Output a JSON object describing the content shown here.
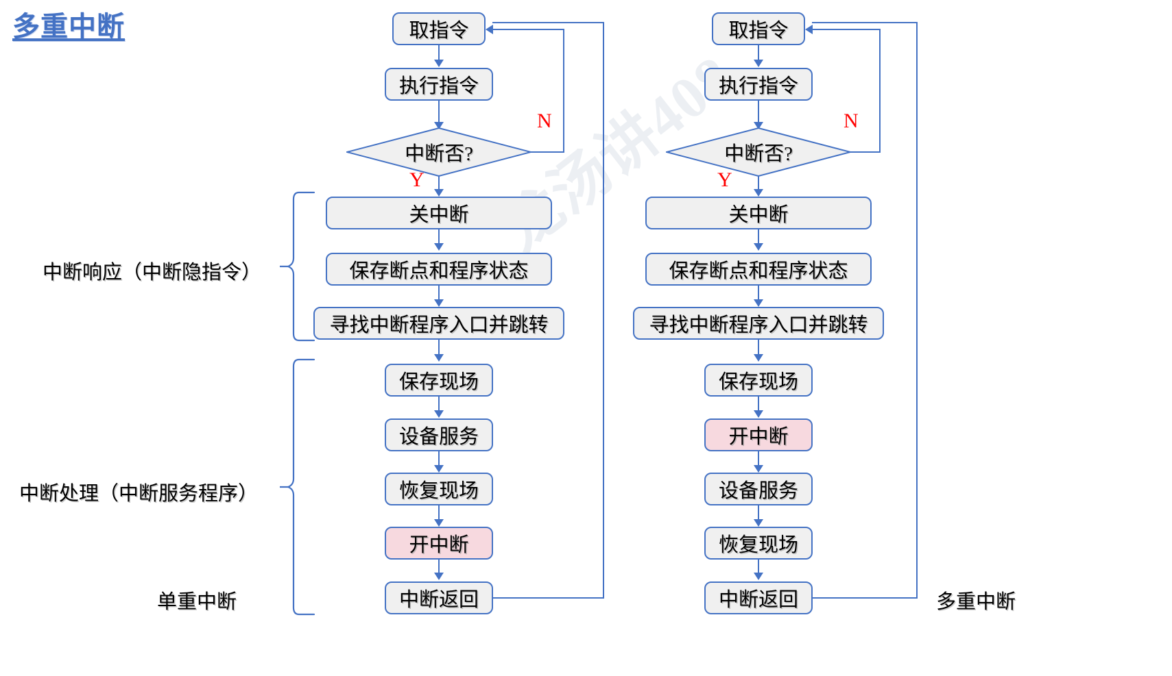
{
  "page": {
    "title": "多重中断",
    "watermark": "龙汤讲408",
    "accent_color": "#4472C4",
    "node_fill": "#F0F0F0",
    "highlight_fill": "#F7D9DF",
    "branch_color": "#FF0000"
  },
  "phase_labels": {
    "response": "中断响应（中断隐指令）",
    "handling": "中断处理（中断服务程序）"
  },
  "bottom_labels": {
    "left": "单重中断",
    "right": "多重中断"
  },
  "branch": {
    "yes": "Y",
    "no": "N"
  },
  "left_flow": {
    "caption": "单重中断",
    "nodes": [
      {
        "label": "取指令",
        "type": "process"
      },
      {
        "label": "执行指令",
        "type": "process"
      },
      {
        "label": "中断否?",
        "type": "decision"
      },
      {
        "label": "关中断",
        "type": "process"
      },
      {
        "label": "保存断点和程序状态",
        "type": "process"
      },
      {
        "label": "寻找中断程序入口并跳转",
        "type": "process"
      },
      {
        "label": "保存现场",
        "type": "process"
      },
      {
        "label": "设备服务",
        "type": "process"
      },
      {
        "label": "恢复现场",
        "type": "process"
      },
      {
        "label": "开中断",
        "type": "highlight"
      },
      {
        "label": "中断返回",
        "type": "process"
      }
    ]
  },
  "right_flow": {
    "caption": "多重中断",
    "nodes": [
      {
        "label": "取指令",
        "type": "process"
      },
      {
        "label": "执行指令",
        "type": "process"
      },
      {
        "label": "中断否?",
        "type": "decision"
      },
      {
        "label": "关中断",
        "type": "process"
      },
      {
        "label": "保存断点和程序状态",
        "type": "process"
      },
      {
        "label": "寻找中断程序入口并跳转",
        "type": "process"
      },
      {
        "label": "保存现场",
        "type": "process"
      },
      {
        "label": "开中断",
        "type": "highlight"
      },
      {
        "label": "设备服务",
        "type": "process"
      },
      {
        "label": "恢复现场",
        "type": "process"
      },
      {
        "label": "中断返回",
        "type": "process"
      }
    ]
  }
}
